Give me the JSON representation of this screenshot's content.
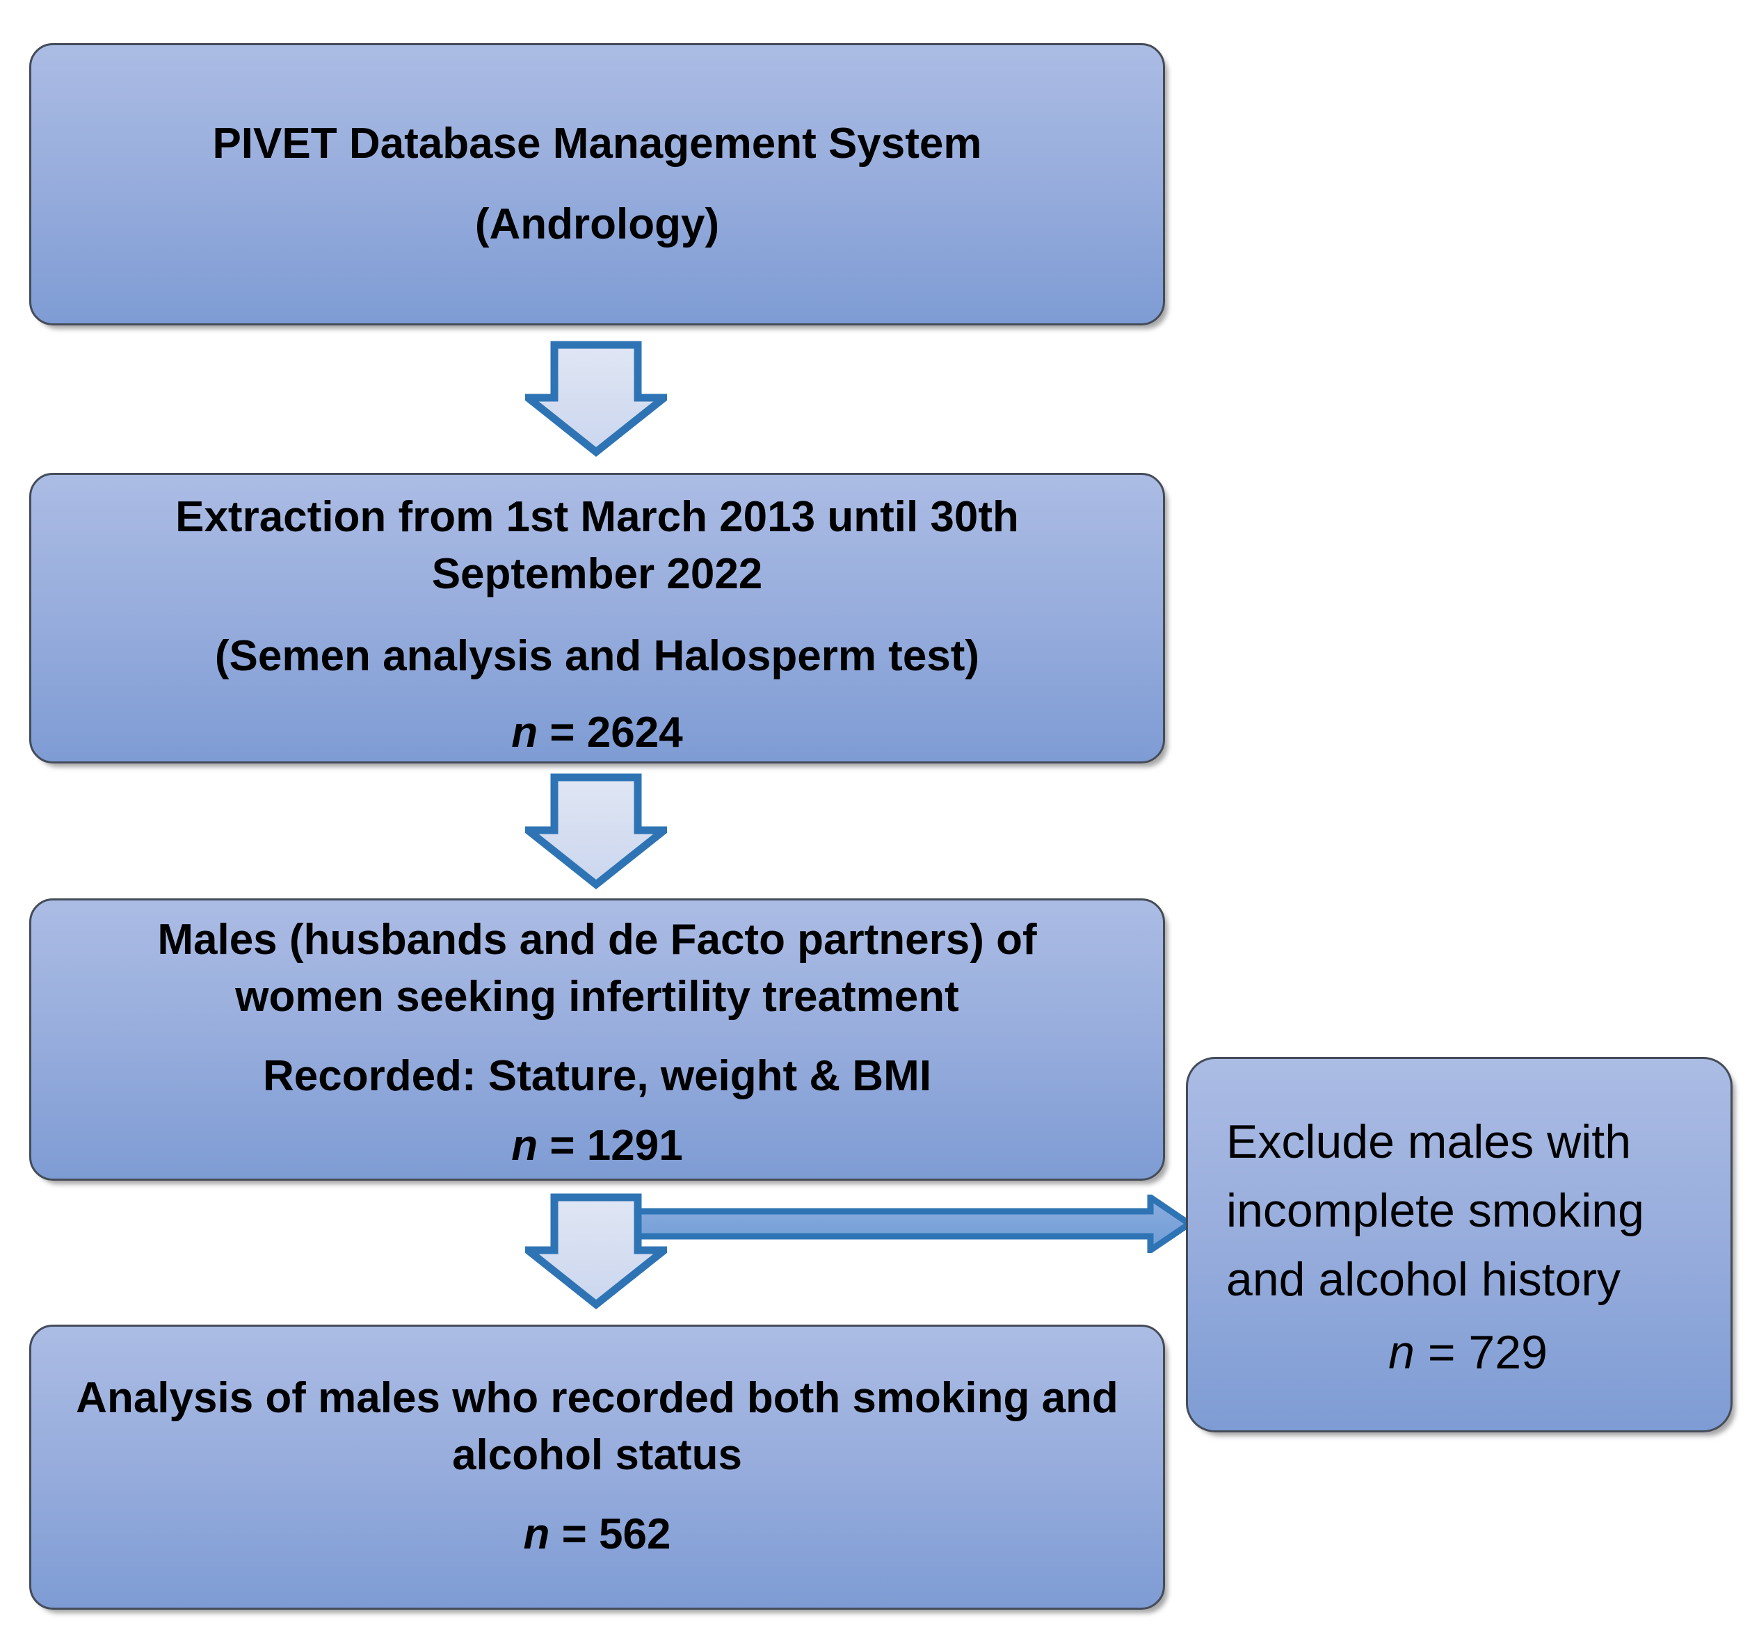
{
  "boxes": {
    "pivet": {
      "line1": "PIVET Database Management System",
      "line2": "(Andrology)"
    },
    "extraction": {
      "line1": "Extraction from 1st March 2013 until 30th",
      "line2": "September 2022",
      "line3": "(Semen analysis and Halosperm test)",
      "n_italic": "n",
      "n_rest": " = 2624"
    },
    "males": {
      "line1": "Males (husbands and de Facto partners) of",
      "line2": "women seeking infertility treatment",
      "line3": "Recorded: Stature, weight & BMI",
      "n_italic": "n",
      "n_rest": " = 1291"
    },
    "exclude": {
      "line1": "Exclude males with",
      "line2": "incomplete smoking",
      "line3": "and alcohol history",
      "n_italic": "n",
      "n_rest": " = 729"
    },
    "analysis": {
      "line1": "Analysis of males who recorded both smoking and",
      "line2": "alcohol status",
      "n_italic": "n",
      "n_rest": " = 562"
    }
  },
  "arrows": {
    "down_between_boxes": "down-block-arrow",
    "right_to_exclusion": "right-block-arrow"
  },
  "colors": {
    "page_background": "#ffffff",
    "box_fill_top": "#abbce4",
    "box_fill_bottom": "#7e9cd4",
    "box_border": "#454c59",
    "arrow_outline": "#2e74b5",
    "down_arrow_fill_top": "#e0e6f4",
    "down_arrow_fill_bottom": "#cbd6ee",
    "right_arrow_fill_top": "#8badde",
    "right_arrow_fill_bottom": "#6f9cd6",
    "text_color": "#000000"
  }
}
